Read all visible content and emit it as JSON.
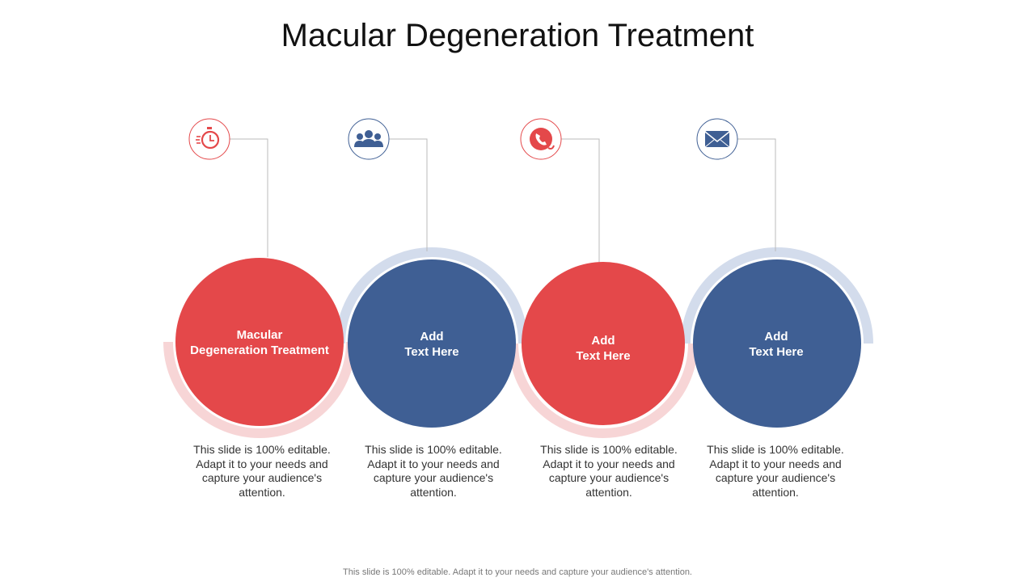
{
  "title": "Macular Degeneration Treatment",
  "footer": "This slide is 100% editable. Adapt it to your needs and capture your audience's attention.",
  "colors": {
    "red": "#E4484A",
    "red_ring": "#F7D5D6",
    "blue": "#3F5F94",
    "blue_ring": "#D3DCEC",
    "connector": "#BBBBBB"
  },
  "steps": [
    {
      "label": "Macular\nDegeneration Treatment",
      "description": "This slide is 100% editable. Adapt it to your needs and capture your audience's attention.",
      "icon": "stopwatch-icon",
      "theme": "red"
    },
    {
      "label": "Add\nText Here",
      "description": "This slide is 100% editable. Adapt it to your needs and capture your audience's attention.",
      "icon": "users-icon",
      "theme": "blue"
    },
    {
      "label": "Add\nText Here",
      "description": "This slide is 100% editable. Adapt it to your needs and capture your audience's attention.",
      "icon": "phone-icon",
      "theme": "red"
    },
    {
      "label": "Add\nText Here",
      "description": "This slide is 100% editable. Adapt it to your needs and capture your audience's attention.",
      "icon": "envelope-icon",
      "theme": "blue"
    }
  ]
}
